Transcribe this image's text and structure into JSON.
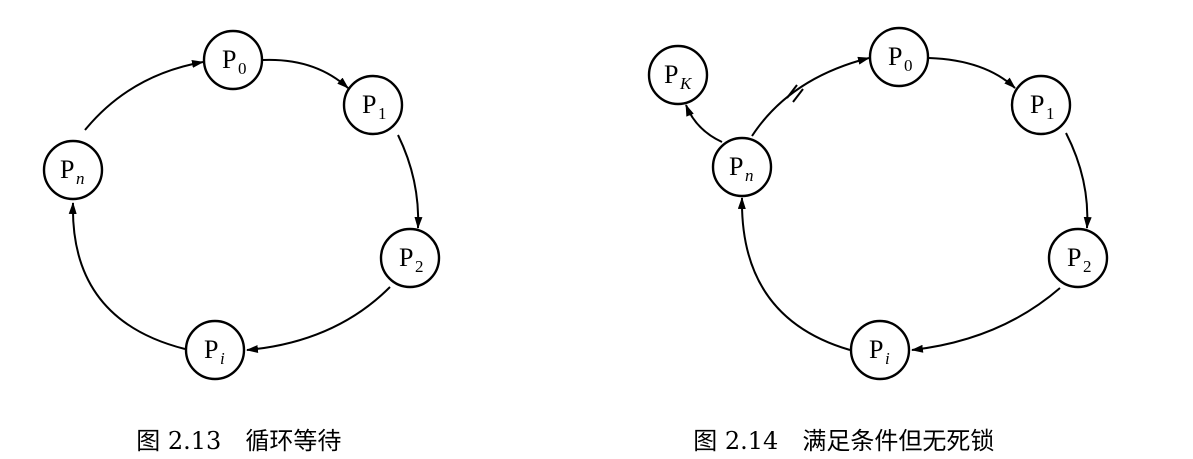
{
  "figures": [
    {
      "number": "图 2.13",
      "caption": "循环等待",
      "nodes": [
        {
          "main": "P",
          "sub": "0",
          "italic": false
        },
        {
          "main": "P",
          "sub": "1",
          "italic": false
        },
        {
          "main": "P",
          "sub": "2",
          "italic": false
        },
        {
          "main": "P",
          "sub": "i",
          "italic": true
        },
        {
          "main": "P",
          "sub": "n",
          "italic": true
        }
      ]
    },
    {
      "number": "图 2.14",
      "caption": "满足条件但无死锁",
      "nodes": [
        {
          "main": "P",
          "sub": "K",
          "italic": true
        },
        {
          "main": "P",
          "sub": "0",
          "italic": false
        },
        {
          "main": "P",
          "sub": "1",
          "italic": false
        },
        {
          "main": "P",
          "sub": "2",
          "italic": false
        },
        {
          "main": "P",
          "sub": "i",
          "italic": true
        },
        {
          "main": "P",
          "sub": "n",
          "italic": true
        }
      ]
    }
  ]
}
